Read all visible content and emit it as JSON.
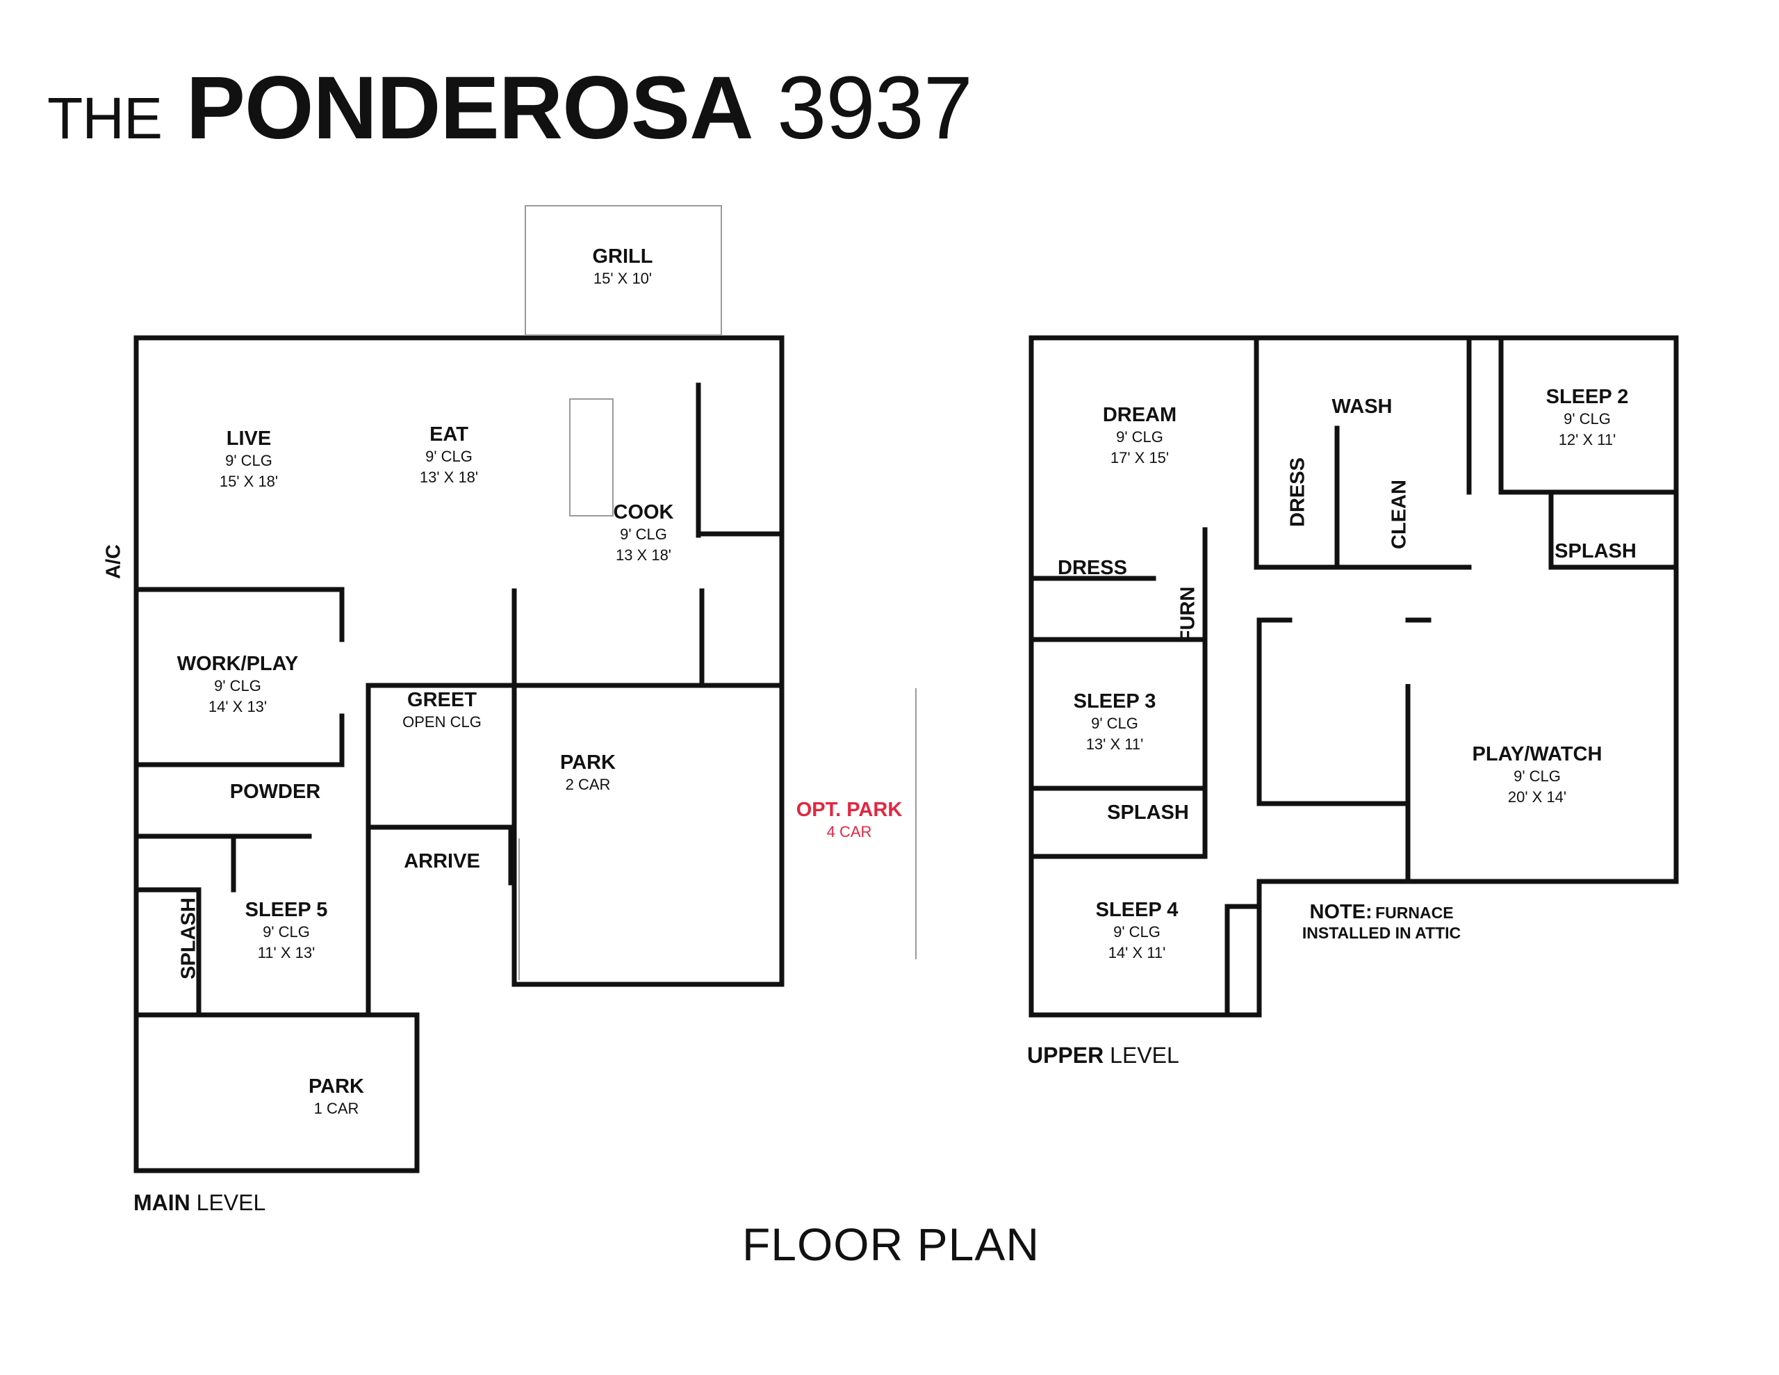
{
  "header": {
    "the": "THE",
    "name": "PONDEROSA",
    "number": "3937"
  },
  "rooms": [
    {
      "id": "grill",
      "name": "GRILL",
      "size": "15' X 10'"
    },
    {
      "id": "live",
      "name": "LIVE",
      "clg": "9' CLG",
      "size": "15' X 18'"
    },
    {
      "id": "eat",
      "name": "EAT",
      "clg": "9' CLG",
      "size": "13' X 18'"
    },
    {
      "id": "cook",
      "name": "COOK",
      "clg": "9' CLG",
      "size": "13 X 18'"
    },
    {
      "id": "workplay",
      "name": "WORK/PLAY",
      "clg": "9' CLG",
      "size": "14' X 13'"
    },
    {
      "id": "greet",
      "name": "GREET",
      "clg": "OPEN CLG"
    },
    {
      "id": "park2",
      "name": "PARK",
      "size": "2 CAR"
    },
    {
      "id": "powder",
      "name": "POWDER"
    },
    {
      "id": "arrive",
      "name": "ARRIVE"
    },
    {
      "id": "sleep5",
      "name": "SLEEP 5",
      "clg": "9' CLG",
      "size": "11' X 13'"
    },
    {
      "id": "park1",
      "name": "PARK",
      "size": "1 CAR"
    },
    {
      "id": "optpark",
      "name": "OPT. PARK",
      "size": "4 CAR"
    },
    {
      "id": "dream",
      "name": "DREAM",
      "clg": "9' CLG",
      "size": "17' X 15'"
    },
    {
      "id": "wash",
      "name": "WASH"
    },
    {
      "id": "sleep2",
      "name": "SLEEP 2",
      "clg": "9' CLG",
      "size": "12' X 11'"
    },
    {
      "id": "dress1",
      "name": "DRESS"
    },
    {
      "id": "sleep3",
      "name": "SLEEP 3",
      "clg": "9' CLG",
      "size": "13' X 11'"
    },
    {
      "id": "splash_u1",
      "name": "SPLASH"
    },
    {
      "id": "playwatch",
      "name": "PLAY/WATCH",
      "clg": "9' CLG",
      "size": "20' X 14'"
    },
    {
      "id": "splash_u2",
      "name": "SPLASH"
    },
    {
      "id": "sleep4",
      "name": "SLEEP 4",
      "clg": "9' CLG",
      "size": "14' X 11'"
    }
  ],
  "vertical_labels": {
    "ac": "A/C",
    "splash_main": "SPLASH",
    "dress2": "DRESS",
    "clean": "CLEAN",
    "furn": "FURN"
  },
  "note": {
    "key": "NOTE:",
    "line1": "FURNACE",
    "line2": "INSTALLED IN ATTIC"
  },
  "levels": {
    "main": {
      "bold": "MAIN",
      "rest": " LEVEL"
    },
    "upper": {
      "bold": "UPPER",
      "rest": " LEVEL"
    }
  },
  "footer": "FLOOR PLAN",
  "colors": {
    "ink": "#111111",
    "accent": "#e3263f",
    "thin": "#9a9a9a"
  }
}
